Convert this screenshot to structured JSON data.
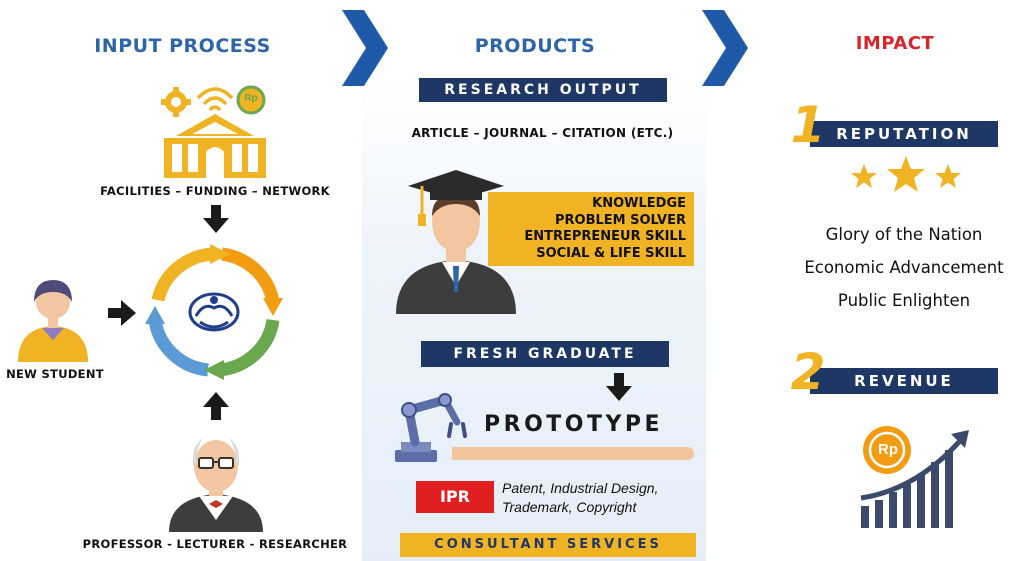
{
  "input": {
    "header": "INPUT PROCESS",
    "facilities_caption": "FACILITIES – FUNDING – NETWORK",
    "new_student_caption": "NEW STUDENT",
    "professor_caption": "PROFESSOR - LECTURER - RESEARCHER",
    "rp_symbol": "Rp"
  },
  "products": {
    "header": "PRODUCTS",
    "research_output": "RESEARCH OUTPUT",
    "research_items": "ARTICLE – JOURNAL – CITATION (ETC.)",
    "skills": [
      "KNOWLEDGE",
      "PROBLEM SOLVER",
      "ENTREPRENEUR SKILL",
      "SOCIAL & LIFE SKILL"
    ],
    "fresh_graduate": "FRESH GRADUATE",
    "prototype": "PROTOTYPE",
    "ipr_label": "IPR",
    "ipr_items_line1": "Patent, Industrial Design,",
    "ipr_items_line2": "Trademark, Copyright",
    "consultant": "CONSULTANT SERVICES"
  },
  "impact": {
    "header": "IMPACT",
    "reputation_number": "1",
    "reputation_label": "REPUTATION",
    "reputation_items": [
      "Glory of the Nation",
      "Economic Advancement",
      "Public Enlighten"
    ],
    "revenue_number": "2",
    "revenue_label": "REVENUE",
    "rp_symbol": "Rp"
  },
  "colors": {
    "navy": "#1f3764",
    "chevron_blue": "#1f5aa8",
    "header_blue": "#2e64a8",
    "impact_red": "#d8252b",
    "gold": "#f0b323",
    "ipr_red": "#e02020",
    "prototype_bar": "#f2c49e"
  }
}
